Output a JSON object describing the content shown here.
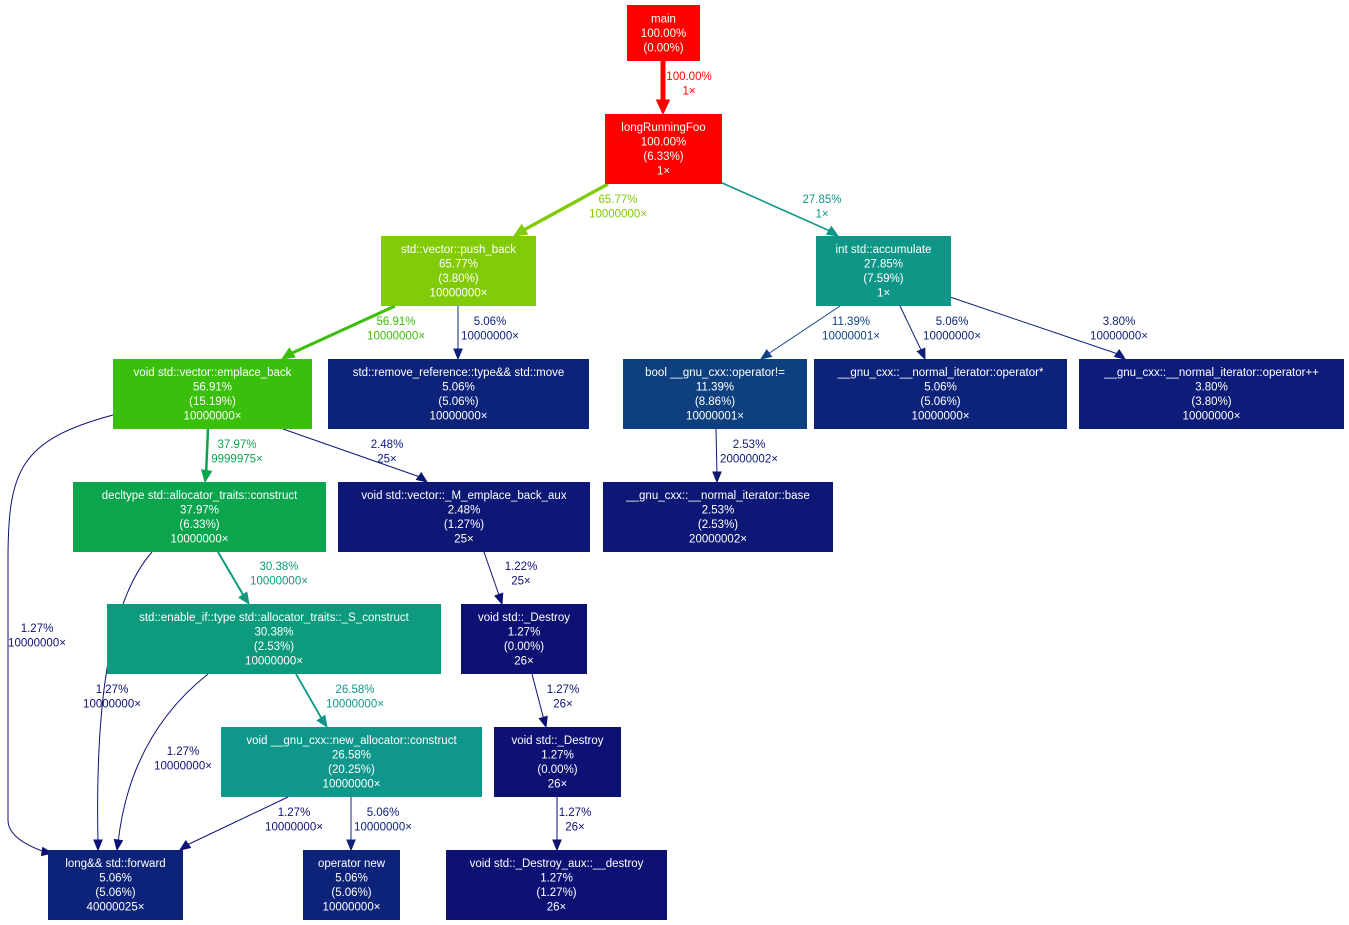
{
  "nodes": [
    {
      "id": "main",
      "lines": [
        "main",
        "100.00%",
        "(0.00%)"
      ],
      "color": "#ff0000"
    },
    {
      "id": "longRunningFoo",
      "lines": [
        "longRunningFoo",
        "100.00%",
        "(6.33%)",
        "1×"
      ],
      "color": "#ff0000"
    },
    {
      "id": "push_back",
      "lines": [
        "std::vector::push_back",
        "65.77%",
        "(3.80%)",
        "10000000×"
      ],
      "color": "#82cb08"
    },
    {
      "id": "accumulate",
      "lines": [
        "int std::accumulate",
        "27.85%",
        "(7.59%)",
        "1×"
      ],
      "color": "#0e9787"
    },
    {
      "id": "emplace_back",
      "lines": [
        "void std::vector::emplace_back",
        "56.91%",
        "(15.19%)",
        "10000000×"
      ],
      "color": "#3abf0c"
    },
    {
      "id": "move",
      "lines": [
        "std::remove_reference::type&& std::move",
        "5.06%",
        "(5.06%)",
        "10000000×"
      ],
      "color": "#0d237a"
    },
    {
      "id": "op_neq",
      "lines": [
        "bool __gnu_cxx::operator!=",
        "11.39%",
        "(8.86%)",
        "10000001×"
      ],
      "color": "#0e4080"
    },
    {
      "id": "op_deref",
      "lines": [
        "__gnu_cxx::__normal_iterator::operator*",
        "5.06%",
        "(5.06%)",
        "10000000×"
      ],
      "color": "#0d237a"
    },
    {
      "id": "op_inc",
      "lines": [
        "__gnu_cxx::__normal_iterator::operator++",
        "3.80%",
        "(3.80%)",
        "10000000×"
      ],
      "color": "#0d1c78"
    },
    {
      "id": "construct",
      "lines": [
        "decltype  std::allocator_traits::construct",
        "37.97%",
        "(6.33%)",
        "10000000×"
      ],
      "color": "#0ca54e"
    },
    {
      "id": "emplace_aux",
      "lines": [
        "void std::vector::_M_emplace_back_aux",
        "2.48%",
        "(1.27%)",
        "25×"
      ],
      "color": "#0d1876"
    },
    {
      "id": "base",
      "lines": [
        "__gnu_cxx::__normal_iterator::base",
        "2.53%",
        "(2.53%)",
        "20000002×"
      ],
      "color": "#0d1876"
    },
    {
      "id": "s_construct",
      "lines": [
        "std::enable_if::type std::allocator_traits::_S_construct",
        "30.38%",
        "(2.53%)",
        "10000000×"
      ],
      "color": "#0d9a7d"
    },
    {
      "id": "destroy1",
      "lines": [
        "void std::_Destroy",
        "1.27%",
        "(0.00%)",
        "26×"
      ],
      "color": "#0d1174"
    },
    {
      "id": "forward",
      "lines": [
        "long&& std::forward",
        "5.06%",
        "(5.06%)",
        "40000025×"
      ],
      "color": "#0d237a"
    },
    {
      "id": "na_construct",
      "lines": [
        "void __gnu_cxx::new_allocator::construct",
        "26.58%",
        "(20.25%)",
        "10000000×"
      ],
      "color": "#0e978a"
    },
    {
      "id": "destroy2",
      "lines": [
        "void std::_Destroy",
        "1.27%",
        "(0.00%)",
        "26×"
      ],
      "color": "#0d1174"
    },
    {
      "id": "op_new",
      "lines": [
        "operator new",
        "5.06%",
        "(5.06%)",
        "10000000×"
      ],
      "color": "#0d237a"
    },
    {
      "id": "destroy_aux",
      "lines": [
        "void std::_Destroy_aux::__destroy",
        "1.27%",
        "(1.27%)",
        "26×"
      ],
      "color": "#0d1174"
    }
  ],
  "edges": [
    {
      "from": "main",
      "to": "longRunningFoo",
      "lines": [
        "100.00%",
        "1×"
      ],
      "color": "#ff0000"
    },
    {
      "from": "longRunningFoo",
      "to": "push_back",
      "lines": [
        "65.77%",
        "10000000×"
      ],
      "color": "#82cb08"
    },
    {
      "from": "longRunningFoo",
      "to": "accumulate",
      "lines": [
        "27.85%",
        "1×"
      ],
      "color": "#0e9787"
    },
    {
      "from": "push_back",
      "to": "emplace_back",
      "lines": [
        "56.91%",
        "10000000×"
      ],
      "color": "#3abf0c"
    },
    {
      "from": "push_back",
      "to": "move",
      "lines": [
        "5.06%",
        "10000000×"
      ],
      "color": "#0d237a"
    },
    {
      "from": "accumulate",
      "to": "op_neq",
      "lines": [
        "11.39%",
        "10000001×"
      ],
      "color": "#0e4080"
    },
    {
      "from": "accumulate",
      "to": "op_deref",
      "lines": [
        "5.06%",
        "10000000×"
      ],
      "color": "#0d237a"
    },
    {
      "from": "accumulate",
      "to": "op_inc",
      "lines": [
        "3.80%",
        "10000000×"
      ],
      "color": "#0d1c78"
    },
    {
      "from": "emplace_back",
      "to": "construct",
      "lines": [
        "37.97%",
        "9999975×"
      ],
      "color": "#0ca54e"
    },
    {
      "from": "emplace_back",
      "to": "emplace_aux",
      "lines": [
        "2.48%",
        "25×"
      ],
      "color": "#0d1876"
    },
    {
      "from": "emplace_back",
      "to": "forward",
      "lines": [
        "1.27%",
        "10000000×"
      ],
      "color": "#0d1174"
    },
    {
      "from": "op_neq",
      "to": "base",
      "lines": [
        "2.53%",
        "20000002×"
      ],
      "color": "#0d1876"
    },
    {
      "from": "construct",
      "to": "s_construct",
      "lines": [
        "30.38%",
        "10000000×"
      ],
      "color": "#0d9a7d"
    },
    {
      "from": "construct",
      "to": "forward",
      "lines": [
        "1.27%",
        "10000000×"
      ],
      "color": "#0d1174"
    },
    {
      "from": "emplace_aux",
      "to": "destroy1",
      "lines": [
        "1.22%",
        "25×"
      ],
      "color": "#0d1174"
    },
    {
      "from": "s_construct",
      "to": "na_construct",
      "lines": [
        "26.58%",
        "10000000×"
      ],
      "color": "#0e978a"
    },
    {
      "from": "s_construct",
      "to": "forward",
      "lines": [
        "1.27%",
        "10000000×"
      ],
      "color": "#0d1174"
    },
    {
      "from": "destroy1",
      "to": "destroy2",
      "lines": [
        "1.27%",
        "26×"
      ],
      "color": "#0d1174"
    },
    {
      "from": "na_construct",
      "to": "forward",
      "lines": [
        "1.27%",
        "10000000×"
      ],
      "color": "#0d1174"
    },
    {
      "from": "na_construct",
      "to": "op_new",
      "lines": [
        "5.06%",
        "10000000×"
      ],
      "color": "#0d237a"
    },
    {
      "from": "destroy2",
      "to": "destroy_aux",
      "lines": [
        "1.27%",
        "26×"
      ],
      "color": "#0d1174"
    }
  ]
}
